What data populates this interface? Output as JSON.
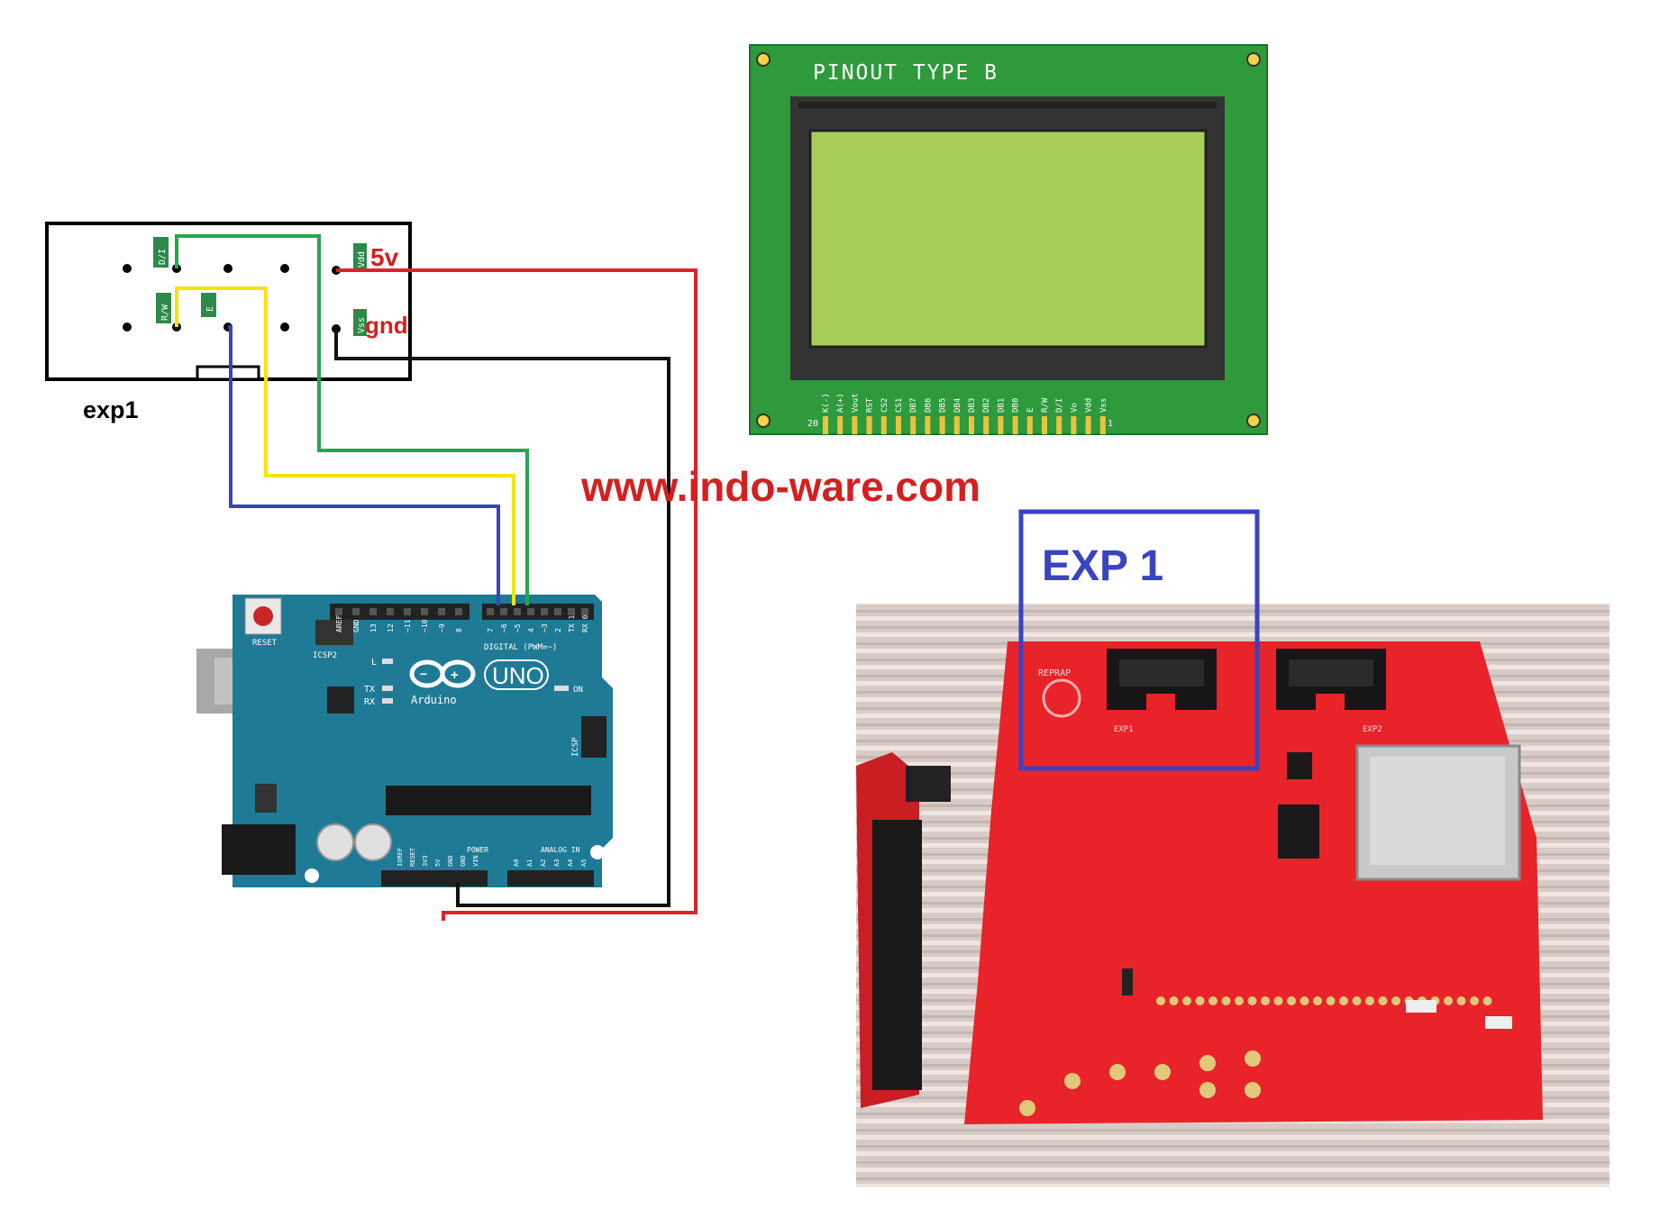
{
  "exp1_connector": {
    "caption": "exp1",
    "pin_tags": {
      "di": "D/I",
      "rw": "R/W",
      "e": "E",
      "vdd": "Vdd",
      "vss": "Vss"
    },
    "power_labels": {
      "vcc": "5v",
      "gnd": "gnd"
    }
  },
  "watermark": "www.indo-ware.com",
  "lcd": {
    "title": "PINOUT TYPE B",
    "pin_numbers": {
      "first": "20",
      "last": "1"
    },
    "pins": [
      "K(-)",
      "A(+)",
      "Vout",
      "RST",
      "CS2",
      "CS1",
      "DB7",
      "DB6",
      "DB5",
      "DB4",
      "DB3",
      "DB2",
      "DB1",
      "DB0",
      "E",
      "R/W",
      "D/I",
      "Vo",
      "Vdd",
      "Vss"
    ]
  },
  "arduino": {
    "reset": "RESET",
    "icsp2": "ICSP2",
    "icsp": "ICSP",
    "digital": "DIGITAL (PWM=~)",
    "uno": "UNO",
    "brand": "Arduino",
    "tx": "TX",
    "rx": "RX",
    "l": "L",
    "on": "ON",
    "power": "POWER",
    "analog": "ANALOG IN",
    "top_header": [
      "AREF",
      "GND",
      "13",
      "12",
      "~11",
      "~10",
      "~9",
      "8"
    ],
    "top_header2": [
      "7",
      "~6",
      "~5",
      "4",
      "~3",
      "2",
      "TX 1",
      "RX 0"
    ],
    "power_header": [
      "IOREF",
      "RESET",
      "3V3",
      "5V",
      "GND",
      "GND",
      "VIN"
    ],
    "analog_header": [
      "A0",
      "A1",
      "A2",
      "A3",
      "A4",
      "A5"
    ]
  },
  "board_photo": {
    "highlight_label": "EXP 1",
    "connector_labels": {
      "exp1": "EXP1",
      "exp2": "EXP2",
      "logo": "REPRAP"
    }
  },
  "colors": {
    "wire_green": "#22a84a",
    "wire_yellow": "#f5e400",
    "wire_blue": "#3a43b8",
    "wire_red": "#e0202a",
    "wire_black": "#111111",
    "lcd_board": "#2e9a3c",
    "lcd_screen": "#a9cf5b",
    "arduino_board": "#1f7a96",
    "pcb_red": "#e8232a",
    "highlight_blue": "#3a43c0",
    "label_red": "#d42020"
  }
}
